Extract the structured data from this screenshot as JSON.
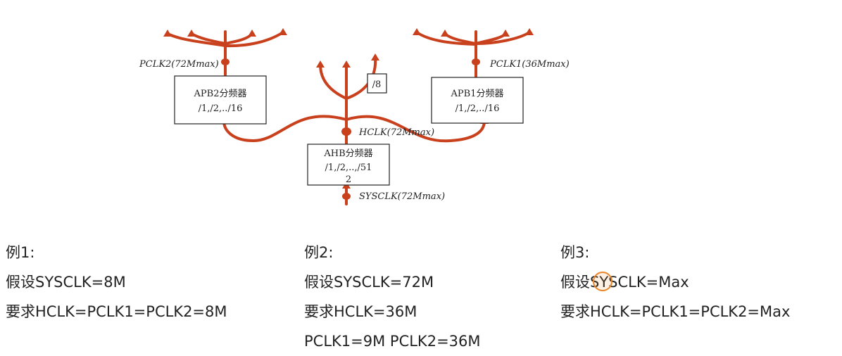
{
  "diagram": {
    "accent_color": "#c8401c",
    "apb2_box": {
      "title": "APB2分频器",
      "divisors": "/1,/2,../16"
    },
    "apb1_box": {
      "title": "APB1分频器",
      "divisors": "/1,/2,../16"
    },
    "ahb_box": {
      "title": "AHB分频器",
      "divisors_line1": "/1,/2,..,/51",
      "divisors_line2": "2"
    },
    "div8_box": {
      "label": "/8"
    },
    "pclk2_label": "PCLK2(72Mmax)",
    "pclk1_label": "PCLK1(36Mmax)",
    "hclk_label": "HCLK(72Mmax)",
    "sysclk_label": "SYSCLK(72Mmax)"
  },
  "examples": [
    {
      "title": "例1:",
      "lines": [
        "假设SYSCLK=8M",
        "要求HCLK=PCLK1=PCLK2=8M"
      ]
    },
    {
      "title": "例2:",
      "lines": [
        "假设SYSCLK=72M",
        "要求HCLK=36M",
        "PCLK1=9M PCLK2=36M"
      ]
    },
    {
      "title": "例3:",
      "lines": [
        "假设SYSCLK=Max",
        "要求HCLK=PCLK1=PCLK2=Max"
      ]
    }
  ]
}
